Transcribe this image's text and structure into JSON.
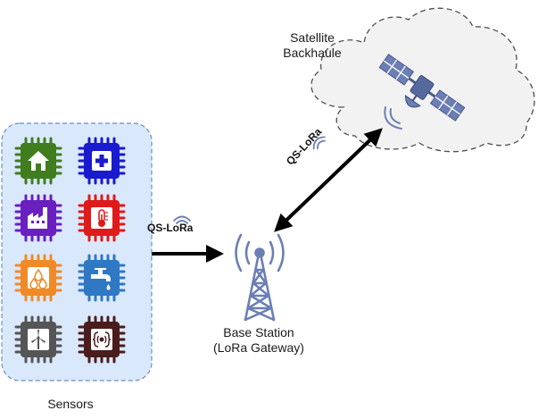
{
  "satellite": {
    "label_line1": "Satellite",
    "label_line2": "Backhaule",
    "icon": "satellite-icon"
  },
  "base_station": {
    "label_line1": "Base Station",
    "label_line2": "(LoRa Gateway)",
    "icon": "radio-tower-icon"
  },
  "sensors_group": {
    "label": "Sensors"
  },
  "links": {
    "ground": "QS-LoRa",
    "space": "QS-LoRa"
  },
  "sensors": [
    {
      "icon": "home-chip-icon",
      "color": "#3f7d1e"
    },
    {
      "icon": "medical-chip-icon",
      "color": "#1a1acf"
    },
    {
      "icon": "factory-chip-icon",
      "color": "#6a1fbf"
    },
    {
      "icon": "thermometer-chip-icon",
      "color": "#e01a1a"
    },
    {
      "icon": "water-drops-chip-icon",
      "color": "#f08a28"
    },
    {
      "icon": "water-tap-chip-icon",
      "color": "#2f78c4"
    },
    {
      "icon": "wind-turbine-chip-icon",
      "color": "#555555"
    },
    {
      "icon": "code-chip-icon",
      "color": "#4a1c1c"
    }
  ],
  "colors": {
    "sensor_panel_fill": "#dae8fc",
    "cloud_fill": "#f2f2f2",
    "tower_blue": "#6c7fb5"
  }
}
